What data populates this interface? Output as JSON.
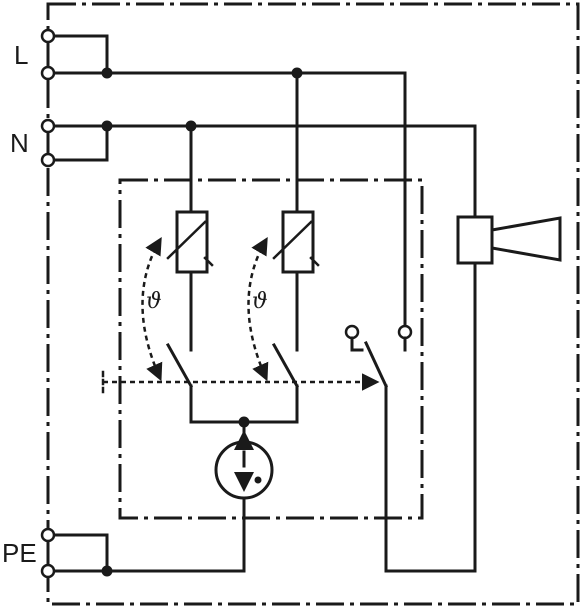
{
  "diagram": {
    "terminals": {
      "l_label": "L",
      "n_label": "N",
      "pe_label": "PE"
    },
    "thermostat_1": {
      "symbol": "ϑ"
    },
    "thermostat_2": {
      "symbol": "ϑ"
    }
  }
}
